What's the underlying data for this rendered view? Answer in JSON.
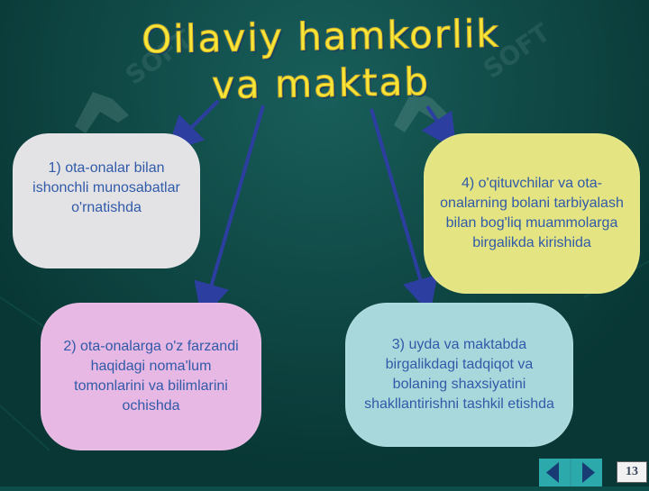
{
  "title": {
    "line1": "Oilaviy hamkorlik",
    "line2": "va maktab"
  },
  "nodes": [
    {
      "text": "1) ota-onalar bilan ishonchli munosabatlar o'rnatishda"
    },
    {
      "text": "2) ota-onalarga o'z farzandi haqidagi noma'lum tomonlarini va bilimlarini ochishda"
    },
    {
      "text": "3) uyda va maktabda birgalikdagi tadqiqot va bolaning shaxsiyatini shakllantirishni tashkil etishda"
    },
    {
      "text": "4) o'qituvchilar va ota-onalarning bolani tarbiyalash bilan bog'liq muammolarga birgalikda kirishida"
    }
  ],
  "page": {
    "number": "13"
  },
  "colors": {
    "background": "#0e4e4a",
    "title": "#f7e73a",
    "arrow": "#2c3ea0",
    "box1": "#e3e3e6",
    "box2": "#e7b8e3",
    "box3": "#a9d8dc",
    "box4": "#e4e582",
    "text": "#315aa8"
  },
  "icons": {
    "prev": "triangle-left-icon",
    "next": "triangle-right-icon"
  }
}
